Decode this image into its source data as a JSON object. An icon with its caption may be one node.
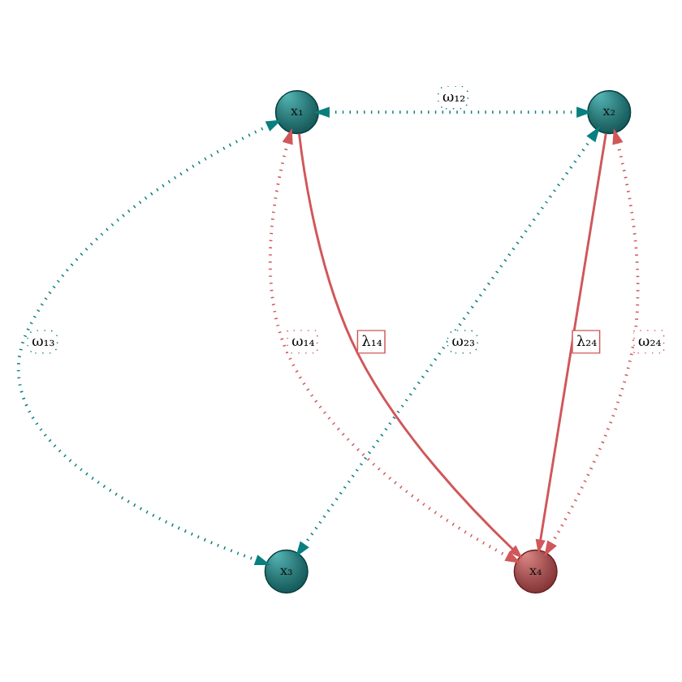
{
  "diagram": {
    "nodes": [
      {
        "text": [
          "x₁"
        ]
      },
      {
        "text": [
          "x₂"
        ]
      },
      {
        "text": [
          "x₃"
        ]
      },
      {
        "text": [
          "x₄"
        ]
      }
    ],
    "edges": [
      {
        "from": 0,
        "to": 1,
        "arrow": "both",
        "label": "ω₁₂",
        "style": "dashed",
        "color": "#0a7f7f"
      },
      {
        "from": 0,
        "to": 2,
        "arrow": "both",
        "label": "ω₁₃",
        "style": "dashed",
        "color": "#0a7f7f"
      },
      {
        "from": 1,
        "to": 2,
        "arrow": "both",
        "label": "ω₂₃",
        "style": "dashed",
        "color": "#0a7f7f"
      },
      {
        "from": 0,
        "to": 3,
        "arrow": "to",
        "label": "λ₁₄"
      },
      {
        "from": 0,
        "to": 3,
        "arrow": "both",
        "label": "ω₁₄",
        "style": "dashed"
      },
      {
        "from": 1,
        "to": 3,
        "arrow": "to",
        "label": "λ₂₄"
      },
      {
        "from": 1,
        "to": 3,
        "arrow": "both",
        "label": "ω₂₄",
        "style": "dashed"
      }
    ]
  }
}
